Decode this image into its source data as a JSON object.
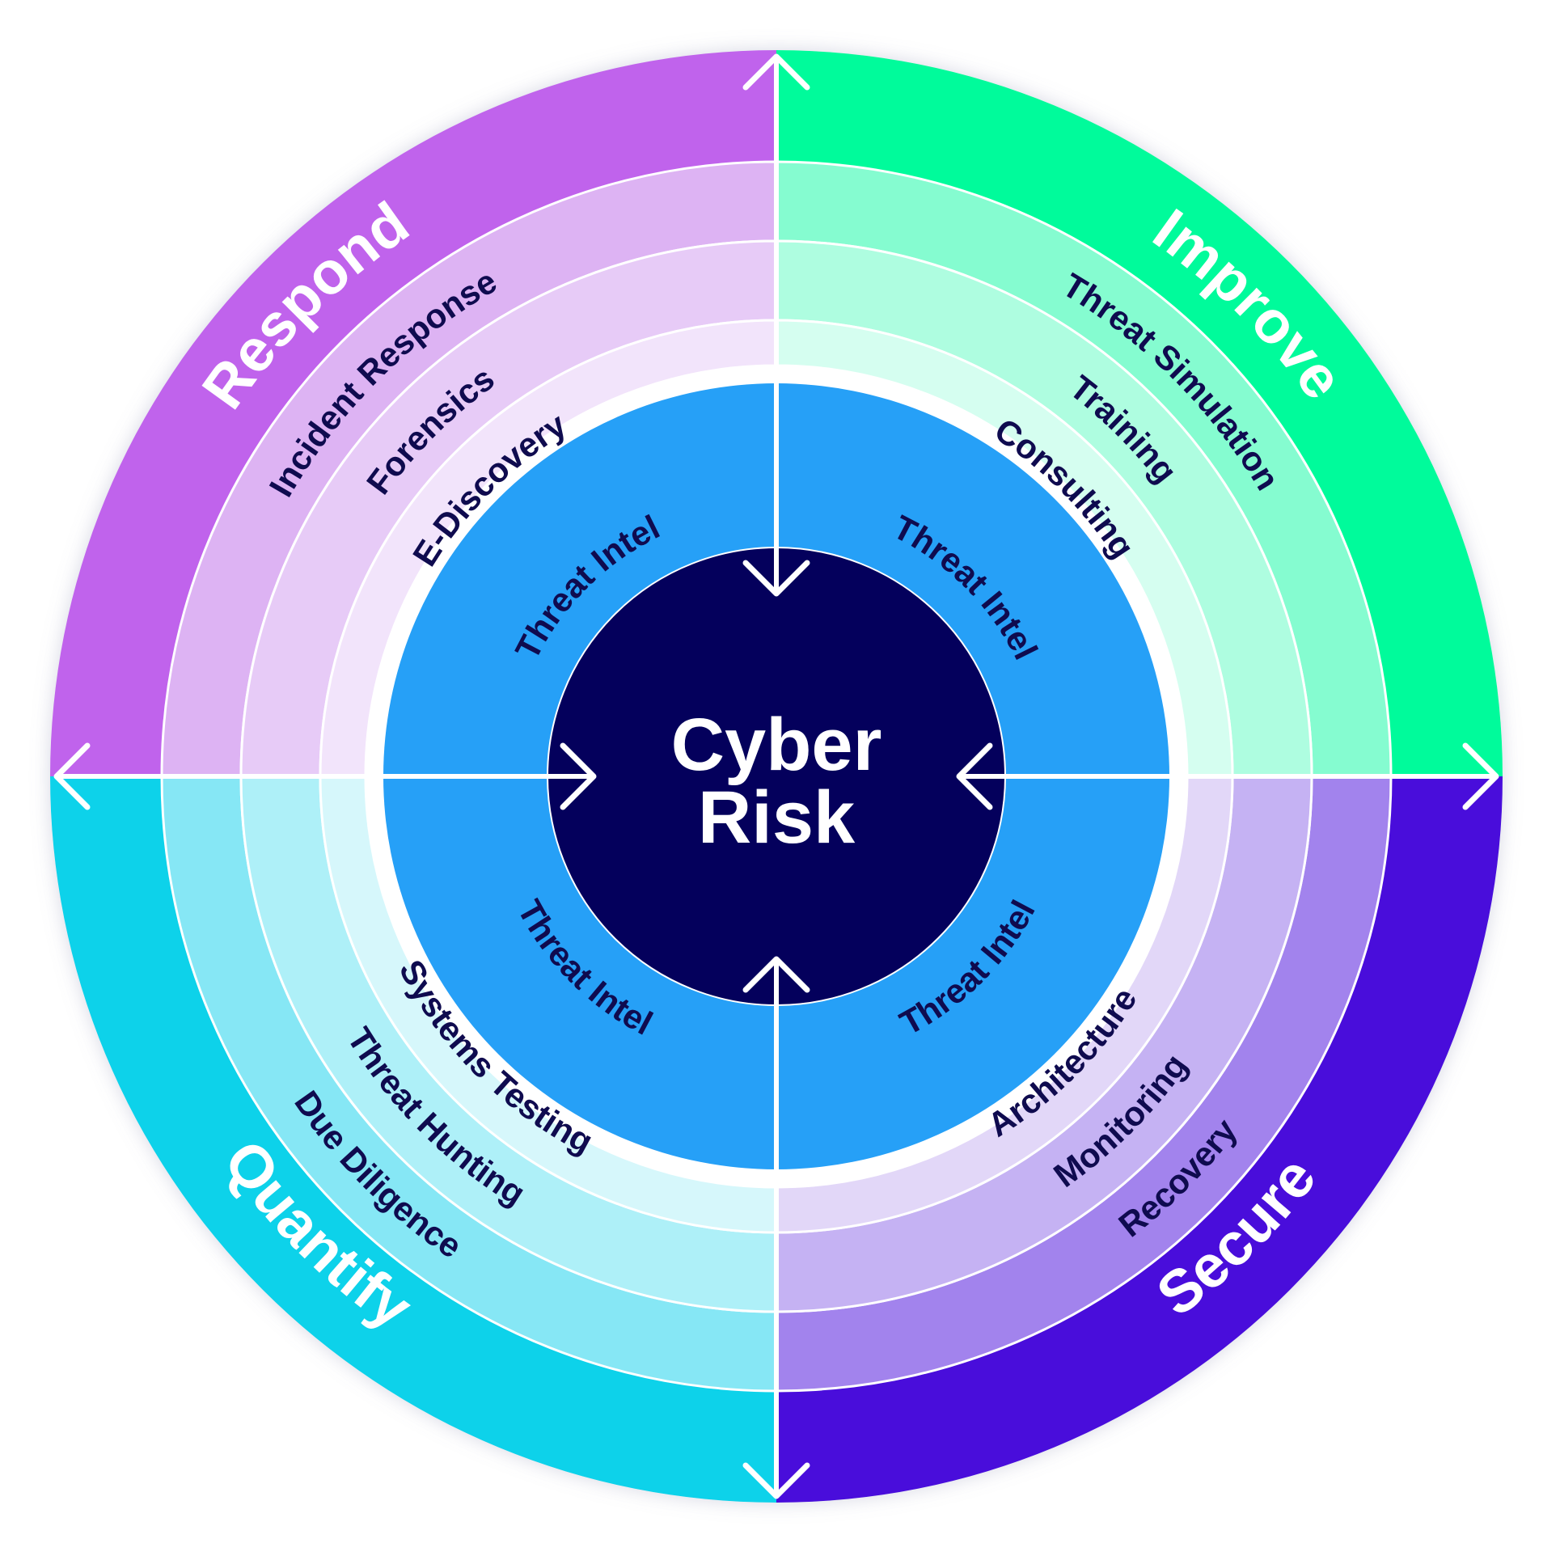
{
  "center": {
    "line1": "Cyber",
    "line2": "Risk"
  },
  "quadrants": [
    {
      "key": "respond",
      "label": "Respond",
      "colors": [
        "#c064ec",
        "#ddb3f3",
        "#e7cbf7",
        "#f2e4fb"
      ],
      "rings": [
        "Incident Response",
        "Forensics",
        "E-Discovery"
      ],
      "inner": "Threat Intel"
    },
    {
      "key": "improve",
      "label": "Improve",
      "colors": [
        "#04fb9b",
        "#85fcd0",
        "#aefde0",
        "#d5fef0"
      ],
      "rings": [
        "Threat Simulation",
        "Training",
        "Consulting"
      ],
      "inner": "Threat Intel"
    },
    {
      "key": "secure",
      "label": "Secure",
      "colors": [
        "#480bdb",
        "#a283ed",
        "#c5b2f3",
        "#e2d7f8"
      ],
      "rings": [
        "Recovery",
        "Monitoring",
        "Architecture"
      ],
      "inner": "Threat Intel"
    },
    {
      "key": "quantify",
      "label": "Quantify",
      "colors": [
        "#0ad2ea",
        "#86e7f5",
        "#aef0f8",
        "#d6f7fb"
      ],
      "rings": [
        "Due Diligence",
        "Threat Hunting",
        "Systems Testing"
      ],
      "inner": "Threat Intel"
    }
  ],
  "style": {
    "inner_ring_color": "#26a0f7",
    "core_color": "#04005c",
    "gap_color": "#ffffff",
    "divider_color": "#ffffff",
    "ring_text_color": "#0f0b4f"
  },
  "icons": {
    "arrows": [
      "arrow-up-icon",
      "arrow-down-icon",
      "arrow-left-icon",
      "arrow-right-icon",
      "arrow-into-center-icon"
    ]
  }
}
